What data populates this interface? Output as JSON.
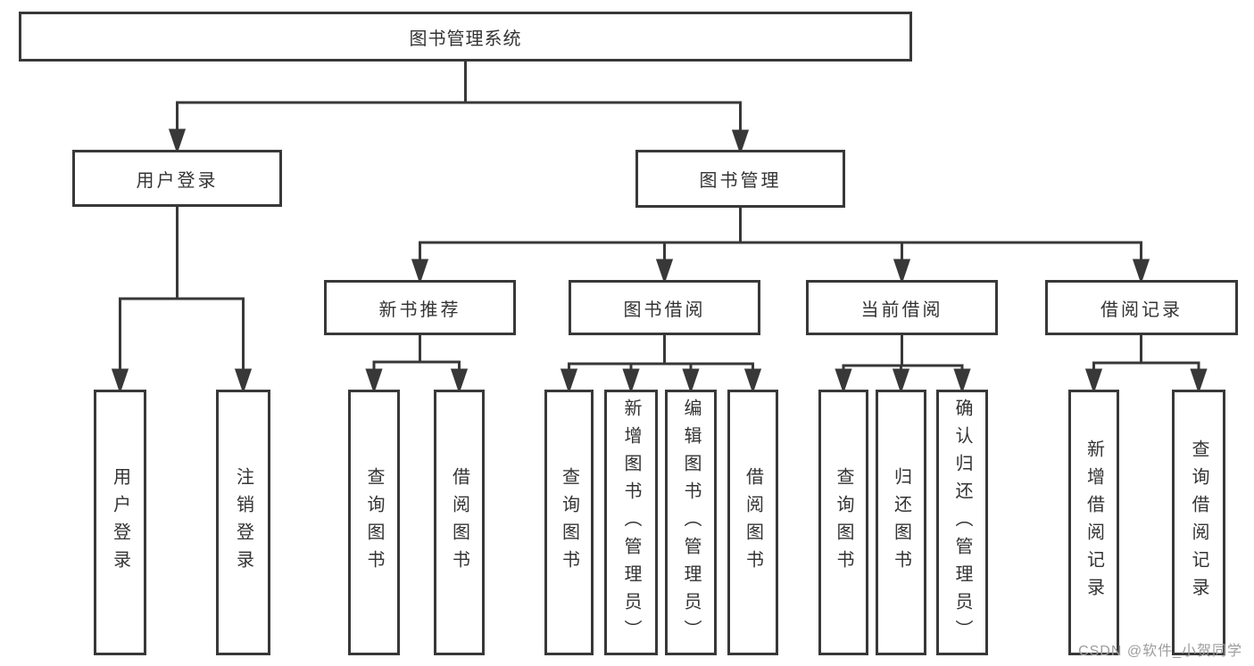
{
  "diagram_type": "hierarchy-tree",
  "nodes": {
    "root": "图书管理系统",
    "user_login": "用户登录",
    "book_mgmt": "图书管理",
    "new_book_rec": "新书推荐",
    "book_borrow": "图书借阅",
    "current_borrow": "当前借阅",
    "borrow_records": "借阅记录",
    "leaf_user_login": "用户登录",
    "leaf_logout": "注销登录",
    "rec_query_books": "查询图书",
    "rec_borrow_books": "借阅图书",
    "bb_query_books": "查询图书",
    "bb_add_books": "新增图书（管理员）",
    "bb_edit_books": "编辑图书（管理员）",
    "bb_borrow_books": "借阅图书",
    "cb_query_books": "查询图书",
    "cb_return_books": "归还图书",
    "cb_confirm_return": "确认归还（管理员）",
    "br_add_record": "新增借阅记录",
    "br_query_record": "查询借阅记录"
  },
  "hierarchy": {
    "图书管理系统": {
      "用户登录": [
        "用户登录",
        "注销登录"
      ],
      "图书管理": {
        "新书推荐": [
          "查询图书",
          "借阅图书"
        ],
        "图书借阅": [
          "查询图书",
          "新增图书（管理员）",
          "编辑图书（管理员）",
          "借阅图书"
        ],
        "当前借阅": [
          "查询图书",
          "归还图书",
          "确认归还（管理员）"
        ],
        "借阅记录": [
          "新增借阅记录",
          "查询借阅记录"
        ]
      }
    }
  },
  "watermark": {
    "text": "CSDN @软件_小贺同学",
    "color": "#9d9d9d"
  },
  "colors": {
    "line": "#383838",
    "border": "#383838",
    "text": "#333333",
    "background": "#ffffff"
  }
}
